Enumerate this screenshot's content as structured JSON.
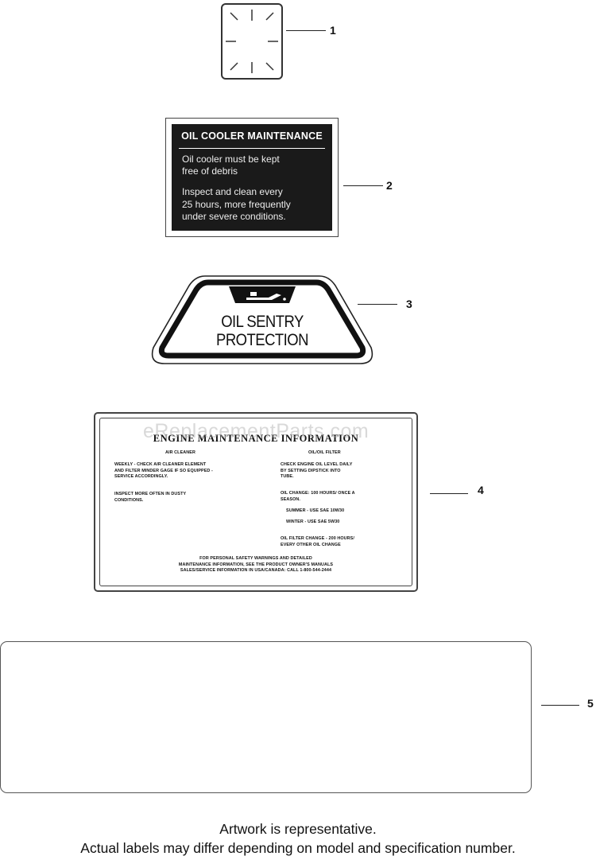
{
  "callouts": {
    "c1": "1",
    "c2": "2",
    "c3": "3",
    "c4": "4",
    "c5": "5"
  },
  "decal2": {
    "title": "OIL COOLER MAINTENANCE",
    "line1": "Oil cooler must be kept",
    "line2": "free of debris",
    "line3": "Inspect and clean every",
    "line4": "25 hours, more frequently",
    "line5": "under severe conditions."
  },
  "decal3": {
    "line1": "OIL SENTRY",
    "line2": "PROTECTION"
  },
  "decal4": {
    "title": "ENGINE MAINTENANCE INFORMATION",
    "air_cleaner_heading": "AIR CLEANER",
    "air_cleaner_l1": "WEEKLY - CHECK AIR CLEANER ELEMENT",
    "air_cleaner_l2": "AND FILTER MINDER GAGE IF SO EQUIPPED -",
    "air_cleaner_l3": "SERVICE ACCORDINGLY.",
    "air_cleaner_l4": "INSPECT MORE OFTEN IN DUSTY",
    "air_cleaner_l5": "CONDITIONS.",
    "oil_heading": "OIL/OIL FILTER",
    "oil_l1": "CHECK ENGINE OIL LEVEL DAILY",
    "oil_l2": "BY SETTING DIPSTICK INTO",
    "oil_l3": "TUBE.",
    "oil_l4": "OIL CHANGE: 100 HOURS/ ONCE A",
    "oil_l5": "SEASON.",
    "oil_l6": "SUMMER - USE SAE 10W30",
    "oil_l7": "WINTER - USE SAE 5W30",
    "oil_l8": "OIL FILTER CHANGE - 200 HOURS/",
    "oil_l9": "EVERY OTHER OIL CHANGE",
    "footer_l1": "FOR PERSONAL SAFETY WARNINGS AND DETAILED",
    "footer_l2": "MAINTENANCE INFORMATION, SEE THE PRODUCT OWNER'S MANUALS",
    "footer_l3": "SALES/SERVICE INFORMATION IN USA/CANADA: CALL 1-800-544-2444"
  },
  "watermark": "eReplacementParts.com",
  "footer": {
    "line1": "Artwork is representative.",
    "line2": "Actual labels may differ depending on model and specification number."
  }
}
